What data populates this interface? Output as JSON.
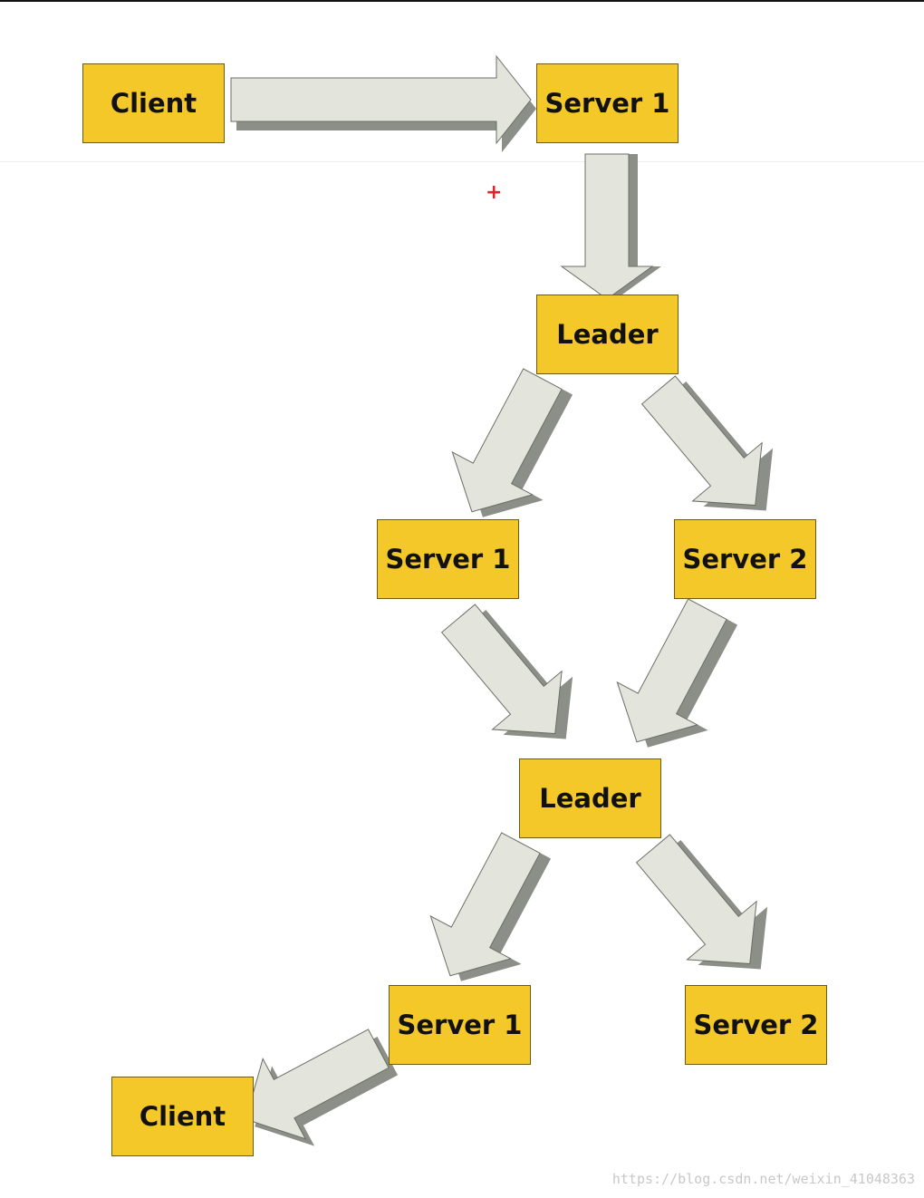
{
  "nodes": {
    "client_top": "Client",
    "server1_top": "Server 1",
    "leader_1": "Leader",
    "server1_mid": "Server 1",
    "server2_mid": "Server 2",
    "leader_2": "Leader",
    "server1_bottom": "Server 1",
    "server2_bottom": "Server 2",
    "client_bottom": "Client"
  },
  "cursor_glyph": "+",
  "watermark": "https://blog.csdn.net/weixin_41048363",
  "colors": {
    "node_fill": "#f3c828",
    "arrow_face": "#e3e5dc",
    "arrow_side": "#8c8f88"
  }
}
